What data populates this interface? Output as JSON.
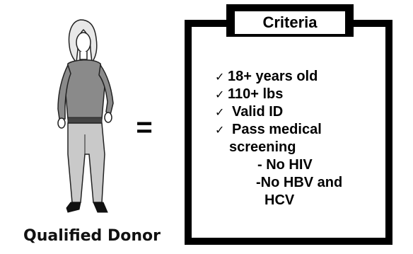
{
  "figure": {
    "caption": "Qualified Donor",
    "icon": "woman-figure-icon"
  },
  "equals_sign": "=",
  "criteria": {
    "title": "Criteria",
    "items": [
      {
        "check": "✓",
        "text": "18+ years old"
      },
      {
        "check": "✓",
        "text": "110+ lbs"
      },
      {
        "check": "✓",
        "text": "Valid ID"
      },
      {
        "check": "✓",
        "text": "Pass medical"
      },
      {
        "check": "",
        "text": "screening"
      },
      {
        "check": "",
        "text": "- No HIV"
      },
      {
        "check": "",
        "text": "-No HBV and"
      },
      {
        "check": "",
        "text": "HCV"
      }
    ]
  }
}
